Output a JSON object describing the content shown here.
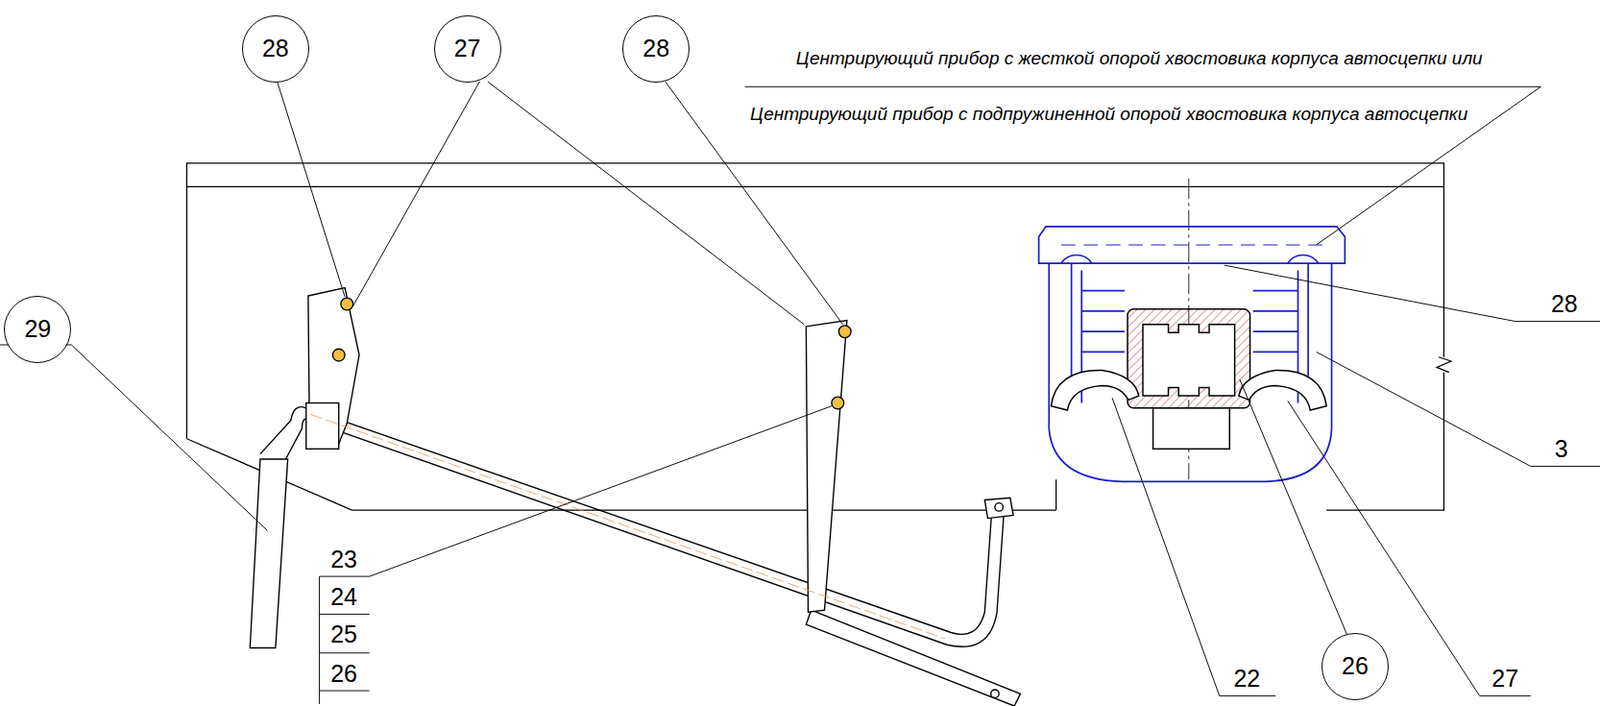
{
  "diagram": {
    "nodes": [
      {
        "text": [
          "28"
        ]
      },
      {
        "text": [
          "27"
        ]
      },
      {
        "text": [
          "28"
        ]
      },
      {
        "text": [
          "29"
        ]
      },
      {
        "text": [
          "26"
        ]
      }
    ],
    "labels": [
      "Центрирующий прибор с жесткой опорой хвостовика корпуса автосцепки или",
      "Центрирующий прибор с подпружиненной опорой хвостовика корпуса автосцепки",
      "28",
      "3",
      "23",
      "24",
      "25",
      "26",
      "22",
      "27"
    ]
  }
}
